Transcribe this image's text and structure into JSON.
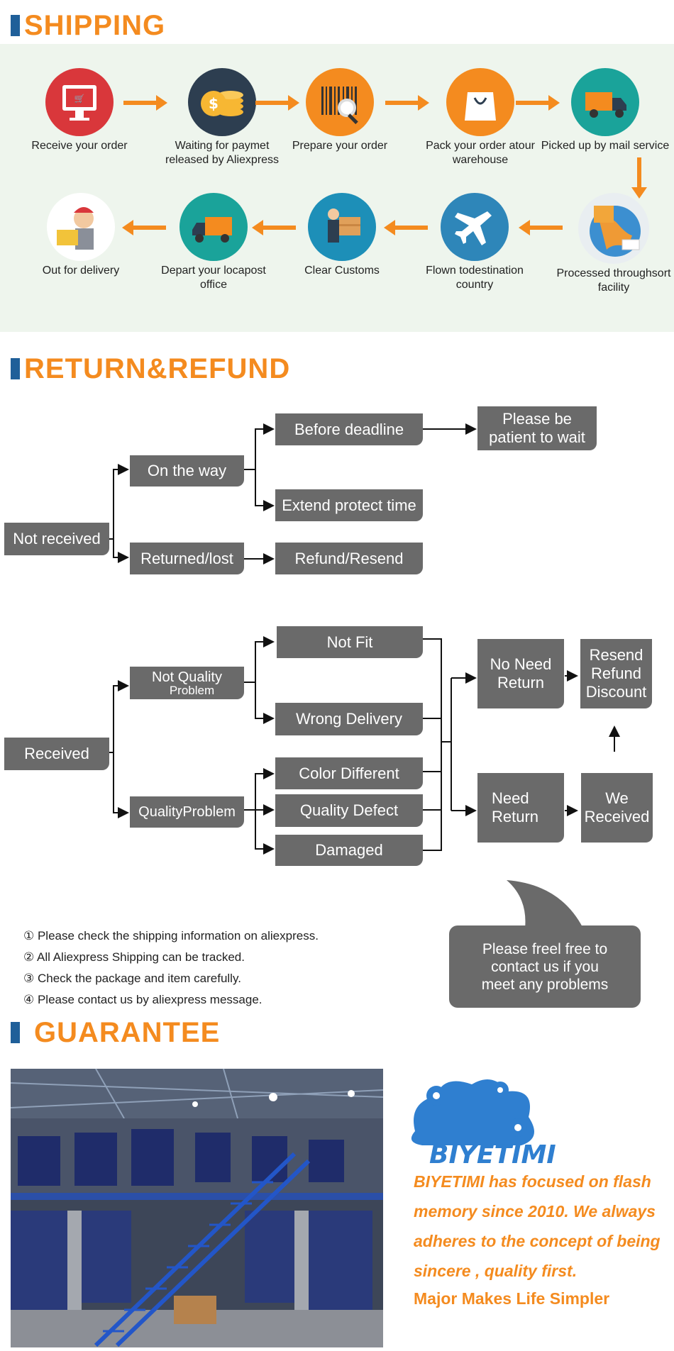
{
  "shipping": {
    "title": "SHIPPING",
    "steps": [
      {
        "label": "Receive your order",
        "icon": "computer-cart-icon",
        "color": "#d9373b"
      },
      {
        "label": "Waiting for paymet released by Aliexpress",
        "icon": "coins-icon",
        "color": "#2d3e50"
      },
      {
        "label": "Prepare your order",
        "icon": "barcode-magnifier-icon",
        "color": "#f48b1f"
      },
      {
        "label": "Pack your order atour warehouse",
        "icon": "shopping-bag-icon",
        "color": "#f48b1f"
      },
      {
        "label": "Picked up by mail service",
        "icon": "delivery-truck-icon",
        "color": "#1aa39a"
      },
      {
        "label": "Processed throughsort facility",
        "icon": "globe-package-icon",
        "color": "#f2a63a"
      },
      {
        "label": "Flown todestination country",
        "icon": "airplane-icon",
        "color": "#2e86b9"
      },
      {
        "label": "Clear Customs",
        "icon": "worker-box-icon",
        "color": "#1d8fb8"
      },
      {
        "label": "Depart your locapost office",
        "icon": "delivery-truck-icon",
        "color": "#1aa39a"
      },
      {
        "label": "Out for delivery",
        "icon": "courier-icon",
        "color": "#ffffff"
      }
    ]
  },
  "refund": {
    "title": "RETURN&REFUND",
    "not_received": {
      "root": "Not received",
      "on_the_way": "On the way",
      "before_deadline": "Before deadline",
      "extend": "Extend protect time",
      "patient": "Please be patient to wait",
      "returned_lost": "Returned/lost",
      "refund_resend": "Refund/Resend"
    },
    "received": {
      "root": "Received",
      "not_quality_1": "Not Quality",
      "not_quality_2": "Problem",
      "quality_problem": "QualityProblem",
      "not_fit": "Not Fit",
      "wrong_delivery": "Wrong Delivery",
      "color_different": "Color Different",
      "quality_defect": "Quality Defect",
      "damaged": "Damaged",
      "no_need_return_1": "No Need",
      "no_need_return_2": "Return",
      "need_return_1": "Need",
      "need_return_2": "Return",
      "resend_1": "Resend",
      "resend_2": "Refund",
      "resend_3": "Discount",
      "we_received_1": "We",
      "we_received_2": "Received"
    },
    "notes": [
      "① Please check the shipping information on aliexpress.",
      "② All Aliexpress Shipping can be tracked.",
      "③ Check the package and item carefully.",
      "④ Please contact us by aliexpress message."
    ],
    "contact_1": "Please freel free to",
    "contact_2": "contact us if you",
    "contact_3": "meet any problems"
  },
  "guarantee": {
    "title": "GUARANTEE",
    "brand": "BIYETIMI",
    "text_1": "BIYETIMI has focused on flash",
    "text_2": "memory since 2010. We always",
    "text_3": "adheres to the concept of being",
    "text_4": "sincere , quality first.",
    "slogan": "Major Makes Life Simpler"
  },
  "colors": {
    "accent": "#f48b1f",
    "title_bar": "#1f5f99",
    "box": "#6a6a6a",
    "ship_bg": "#eef5ed"
  }
}
